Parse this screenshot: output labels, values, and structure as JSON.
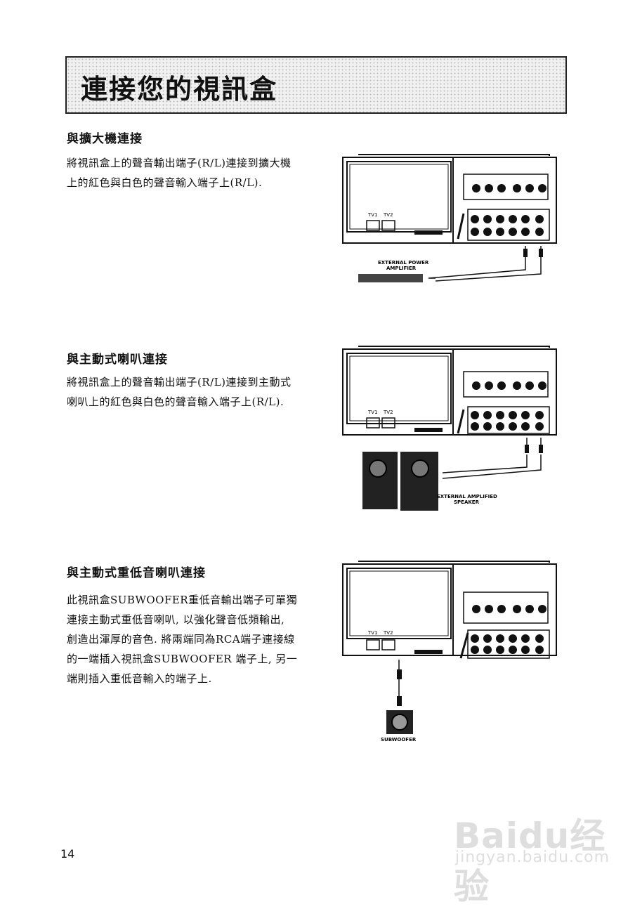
{
  "page_title": "連接您的視訊盒",
  "sections": [
    {
      "heading": "與擴大機連接",
      "lines": [
        "將視訊盒上的聲音輸出端子(R/L)連接到擴大機",
        "上的紅色與白色的聲音輸入端子上(R/L)."
      ],
      "figure_labels": [
        "TV1",
        "TV2",
        "EXTERNAL POWER",
        "AMPLIFIER"
      ]
    },
    {
      "heading": "與主動式喇叭連接",
      "lines": [
        "將視訊盒上的聲音輸出端子(R/L)連接到主動式",
        "喇叭上的紅色與白色的聲音輸入端子上(R/L)."
      ],
      "figure_labels": [
        "TV1",
        "TV2",
        "EXTERNAL AMPLIFIED",
        "SPEAKER"
      ]
    },
    {
      "heading": "與主動式重低音喇叭連接",
      "lines": [
        "此視訊盒SUBWOOFER重低音輸出端子可單獨",
        "連接主動式重低音喇叭, 以強化聲音低頻輸出,",
        "創造出渾厚的音色. 將兩端同為RCA端子連接線",
        "的一端插入視訊盒SUBWOOFER 端子上, 另一",
        "端則插入重低音輸入的端子上."
      ],
      "figure_labels": [
        "TV1",
        "TV2",
        "SUBWOOFER"
      ]
    }
  ],
  "page_number": "14",
  "watermark": {
    "brand": "Baidu经验",
    "url": "jingyan.baidu.com"
  }
}
